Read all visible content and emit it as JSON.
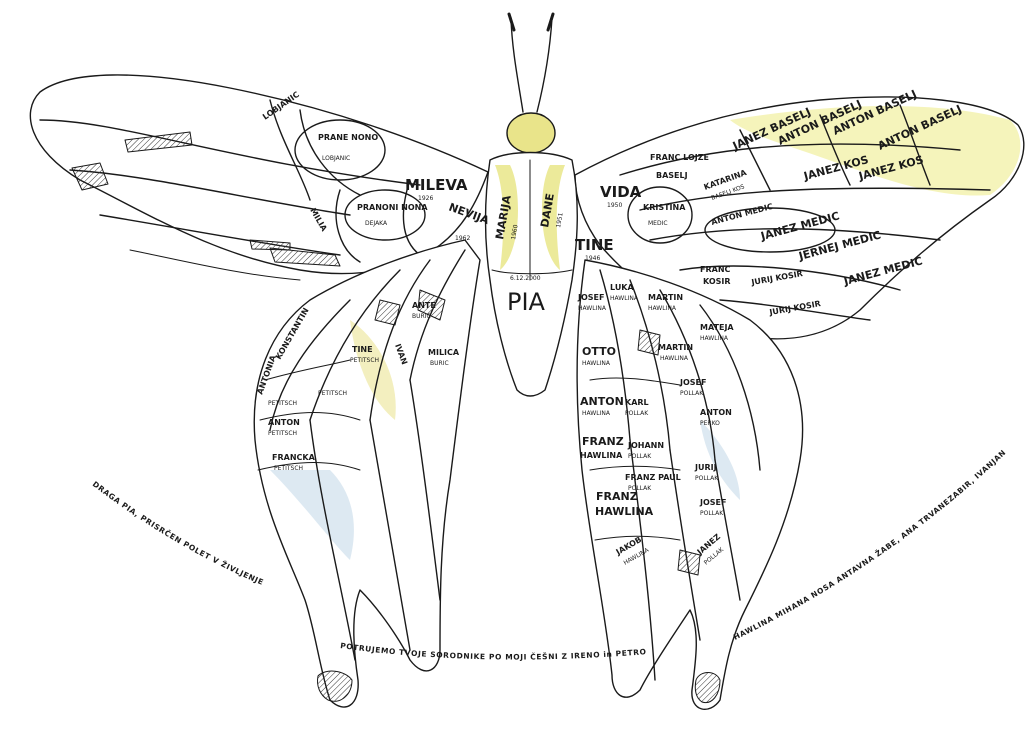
{
  "colors": {
    "ink": "#1a1a1a",
    "yellow": "#e6e07a",
    "blue": "#d6e4ef",
    "paper": "#ffffff"
  },
  "body": {
    "name": "PIA",
    "date": "6.12.2000",
    "left": "MARIJA",
    "left_year": "1960",
    "right": "DANE",
    "right_year": "1951"
  },
  "left_wing": {
    "mileva": "MILEVA",
    "mileva_year": "1926",
    "nevija": "NEVIJA",
    "nevija_year": "1962",
    "lobjanic": "LOBJANIC",
    "prane_top": "PRANE NONO",
    "prane_top_sub": "LOBJANIC",
    "prane_mid": "PRANONI NONA",
    "prane_mid_sub": "DEJAKA",
    "milija": "MILIA",
    "ivan": "IVAN",
    "ante": "ANTE",
    "ante_sub": "BURIC",
    "milica": "MILICA",
    "milica_sub": "BURIC",
    "konstantin": "KONSTANTIN",
    "konstantin_sub": "PETITSCH",
    "tine": "TINE",
    "tine_sub": "PETITSCH",
    "anton_pet": "ANTON",
    "anton_pet_sub": "PETITSCH",
    "francka": "FRANCKA",
    "francka_sub": "PETITSCH",
    "antonia": "ANTONIA",
    "antonia_sub": "PETITSCH"
  },
  "right_wing": {
    "vida": "VIDA",
    "vida_year": "1950",
    "tine": "TINE",
    "tine_year": "1946",
    "janez_b": "JANEZ BASELJ",
    "anton_b1": "ANTON BASELJ",
    "anton_b2": "ANTON BASELJ",
    "anton_b3": "ANTON BASELJ",
    "frane_lojze": "FRANC LOJZE",
    "frane_lojze_sub": "BASELJ",
    "katarina": "KATARINA",
    "katarina_sub": "BASELJ KOS",
    "janez_kos1": "JANEZ KOS",
    "janez_kos2": "JANEZ KOS",
    "kristina": "KRISTINA",
    "kristina_sub": "MEDIC",
    "anton_m": "ANTON MEDIC",
    "janez_m1": "JANEZ MEDIC",
    "jernej_m": "JERNEJ MEDIC",
    "janez_m2": "JANEZ MEDIC",
    "franc_k": "FRANC",
    "franc_k_sub": "KOSIR",
    "jurij_k1": "JURIJ KOSIR",
    "jurij_k2": "JURIJ KOSIR",
    "josef": "JOSEF",
    "josef_sub": "HAWLINA",
    "martin": "MARTIN",
    "martin_sub": "HAWLINA",
    "luka": "LUKA",
    "luka_sub": "HAWLINA",
    "mateja": "MATEJA",
    "mateja_sub": "HAWLINA",
    "otto": "OTTO",
    "otto_sub": "HAWLINA",
    "anton_h": "ANTON",
    "anton_h_sub": "HAWLINA",
    "karl": "KARL",
    "karl_sub": "POLLAK",
    "johann": "JOHANN",
    "johann_sub": "POLLAK",
    "franz_h": "FRANZ",
    "franz_h_sub": "HAWLINA",
    "franz_p": "FRANZ PAUL",
    "franz_p_sub": "POLLAK",
    "franz_h2": "FRANZ",
    "franz_h2_sub": "HAWLINA",
    "jakob": "JAKOB",
    "jakob_sub": "HAWLINA",
    "jurij_p": "JURIJ",
    "jurij_p_sub": "POLLAK",
    "jozef": "JOSEF",
    "jozef_sub": "POLLAK",
    "janez_p": "JANEZ",
    "janez_p_sub": "POLLAK",
    "anton_p": "ANTON",
    "anton_p_sub": "PERKO"
  },
  "dedication": {
    "part1": "DRAGA PIA, PRISRČEN POLET V ŽIVLJENJE",
    "part2": "POTRUJEMO TVOJE SORODNIKE PO MOJI ČEŠNI Z IRENO in PETRO",
    "part3": "HAWLINA MIHANA NOSA ANTAVNA ŽABE, ANA TRVANEZABIR, IVANJAN"
  }
}
